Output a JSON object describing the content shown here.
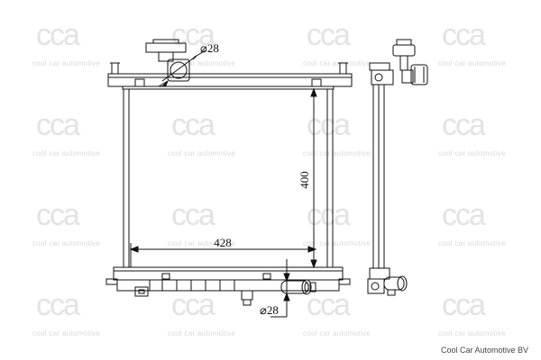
{
  "watermark": {
    "logo": "cca",
    "text": "cool car automotive"
  },
  "dimensions": {
    "width": "428",
    "height": "400",
    "inlet_diameter": "⌀28",
    "outlet_diameter": "⌀28"
  },
  "brand": "Cool Car Automotive BV",
  "colors": {
    "line": "#111111",
    "watermark": "#e3e3e3"
  }
}
